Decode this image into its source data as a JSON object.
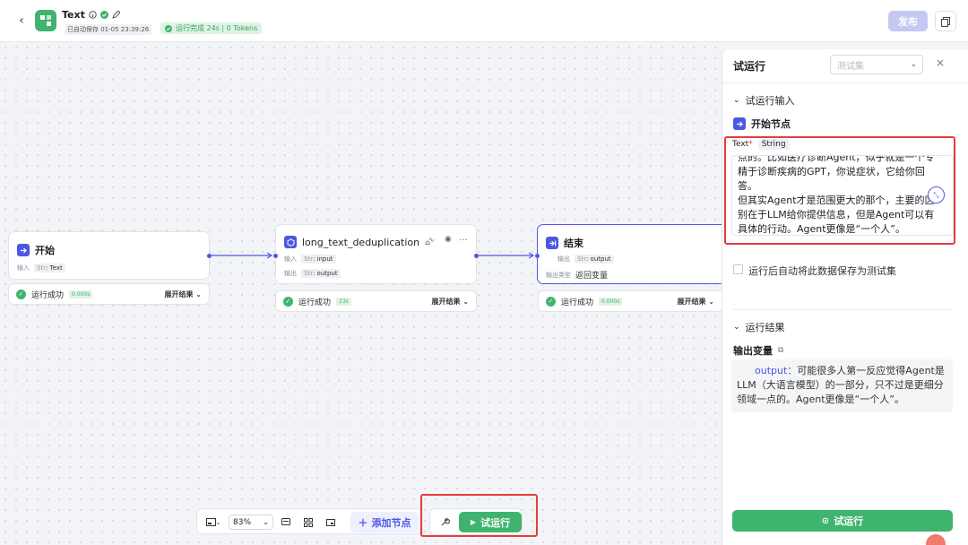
{
  "header": {
    "title": "Text",
    "autosave": "已自动保存 01-05 23:39:26",
    "run_status": "运行完成 24s | 0 Tokens",
    "publish": "发布"
  },
  "nodes": {
    "start": {
      "title": "开始",
      "input_label": "输入",
      "input_type": "Str",
      "input_name": "Text",
      "status": "运行成功",
      "time": "0.000s",
      "expand": "展开结果"
    },
    "dedup": {
      "title": "long_text_deduplication",
      "input_label": "输入",
      "input_type": "Str",
      "input_name": "input",
      "output_label": "输出",
      "output_type": "Str",
      "output_name": "output",
      "status": "运行成功",
      "time": "23s",
      "expand": "展开结果"
    },
    "end": {
      "title": "结束",
      "output_label": "输出",
      "output_type": "Str",
      "output_name": "output",
      "out_type_label": "输出类型",
      "out_type_value": "返回变量",
      "status": "运行成功",
      "time": "0.000s",
      "expand": "展开结果"
    }
  },
  "toolbar": {
    "zoom": "83%",
    "add_node": "添加节点",
    "run": "试运行"
  },
  "panel": {
    "title": "试运行",
    "testset_placeholder": "测试集",
    "input_section": "试运行输入",
    "start_node": "开始节点",
    "field_name": "Text",
    "field_type": "String",
    "text_lines": [
      "点的。比如医疗诊断Agent，似乎就是一个专",
      "精于诊断疾病的GPT，你说症状，它给你回",
      "答。",
      "但其实Agent才是范围更大的那个，主要的区",
      "别在于LLM给你提供信息，但是Agent可以有",
      "具体的行动。Agent更像是“一个人”。"
    ],
    "save_checkbox": "运行后自动将此数据保存为测试集",
    "result_section": "运行结果",
    "output_var": "输出变量",
    "output_key": "output",
    "output_text": "可能很多人第一反应觉得Agent是LLM（大语言模型）的一部分，只不过是更细分领域一点的。Agent更像是“一个人”。",
    "run_button": "试运行"
  },
  "colors": {
    "accent": "#4e56e4",
    "success": "#3fb46e",
    "highlight": "#e83b3b"
  }
}
